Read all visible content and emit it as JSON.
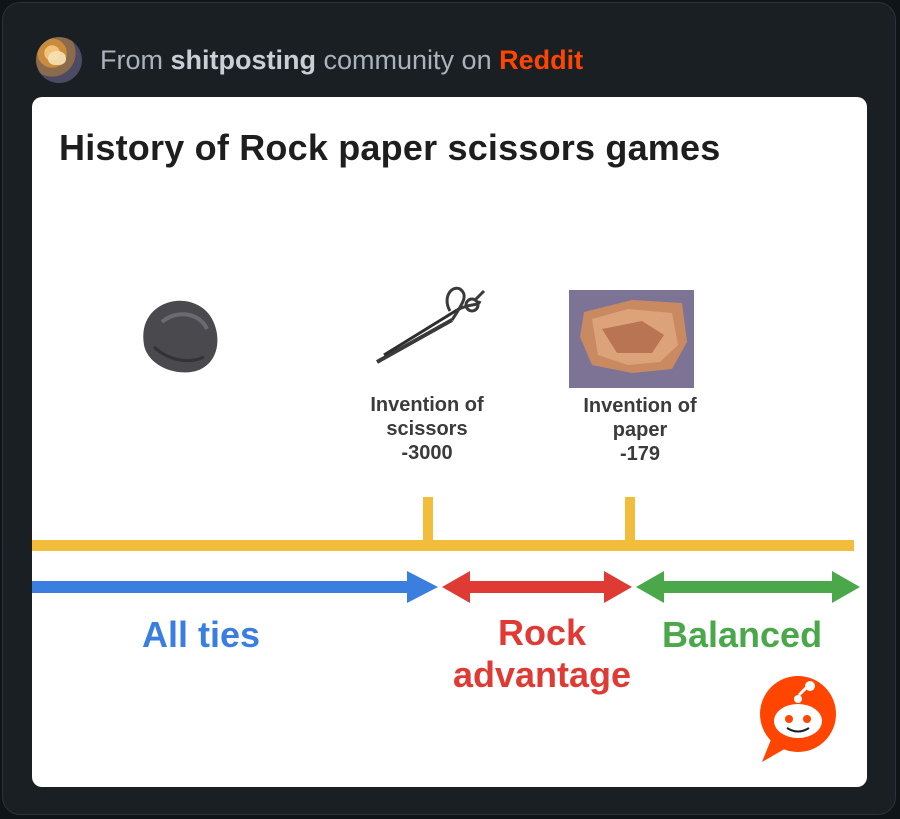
{
  "header": {
    "prefix": "From",
    "community": "shitposting",
    "middle": "community on",
    "platform": "Reddit"
  },
  "meme": {
    "title": "History of Rock paper scissors games",
    "scissors_label": [
      "Invention of",
      "scissors",
      "-3000"
    ],
    "paper_label": [
      "Invention of",
      "paper",
      "-179"
    ],
    "eras": {
      "all_ties": "All ties",
      "rock_advantage_1": "Rock",
      "rock_advantage_2": "advantage",
      "balanced": "Balanced"
    }
  },
  "icons": {
    "rock": "rock-image",
    "scissors": "scissors-image",
    "paper": "paper-image",
    "reddit": "reddit-logo-icon"
  },
  "colors": {
    "timeline": "#f1bd3a",
    "all_ties": "#3a7fe0",
    "rock_advantage": "#e03a35",
    "balanced": "#4aa84a",
    "reddit": "#ff4500"
  }
}
